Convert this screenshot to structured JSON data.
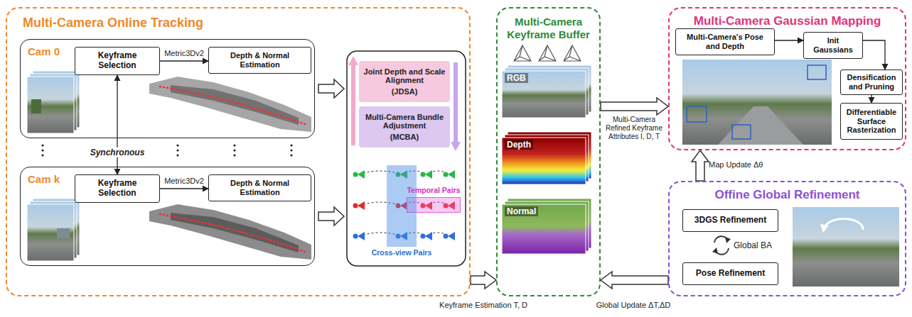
{
  "diagram": {
    "nodes": [
      {
        "text": [
          "Multi-Camera Online Tracking"
        ]
      },
      {
        "text": [
          "Cam 0"
        ],
        "in": 0
      },
      {
        "text": [
          "Keyframe Selection"
        ],
        "in": 1
      },
      {
        "text": [
          "Depth & Normal Estimation"
        ],
        "in": 1
      },
      {
        "text": [
          "Cam k"
        ],
        "in": 0
      },
      {
        "text": [
          "Keyframe Selection"
        ],
        "in": 4
      },
      {
        "text": [
          "Depth & Normal Estimation"
        ],
        "in": 4
      },
      {
        "text": [
          "Joint Depth and Scale Alignment",
          "(JDSA)"
        ],
        "in": 0
      },
      {
        "text": [
          "Multi-Camera Bundle Adjustment",
          "(MCBA)"
        ],
        "in": 0
      },
      {
        "text": [
          "Temporal Pairs"
        ],
        "in": 0
      },
      {
        "text": [
          "Cross-view Pairs"
        ],
        "in": 0
      },
      {
        "text": [
          "Multi-Camera Keyframe Buffer"
        ]
      },
      {
        "text": [
          "Multi-Camera Gaussian Mapping"
        ]
      },
      {
        "text": [
          "Multi-Camera's Pose and Depth"
        ],
        "in": 12
      },
      {
        "text": [
          "Init Gaussians"
        ],
        "in": 12
      },
      {
        "text": [
          "Densification and Pruning"
        ],
        "in": 12
      },
      {
        "text": [
          "Differentiable Surface Rasterization"
        ],
        "in": 12
      },
      {
        "text": [
          "Offine Global Refinement"
        ]
      },
      {
        "text": [
          "3DGS Refinement"
        ],
        "in": 17
      },
      {
        "text": [
          "Pose Refinement"
        ],
        "in": 17
      }
    ],
    "edges": [
      {
        "from": 2,
        "to": 3,
        "arrow": "to",
        "label": "Metric3Dv2"
      },
      {
        "from": 5,
        "to": 6,
        "arrow": "to",
        "label": "Metric3Dv2"
      },
      {
        "from": 2,
        "to": 5,
        "arrow": "both",
        "label": "Synchronous"
      },
      {
        "from": 0,
        "to": 11,
        "arrow": "to",
        "label": "Keyframe Estimation T, D"
      },
      {
        "from": 11,
        "to": 12,
        "arrow": "to",
        "label": "Multi-Camera Refined Keyframe Attributes I, D, T"
      },
      {
        "from": 17,
        "to": 11,
        "arrow": "to",
        "label": "Global Update ΔT,ΔD"
      },
      {
        "from": 17,
        "to": 12,
        "arrow": "to",
        "label": "Map Update Δθ"
      },
      {
        "from": 13,
        "to": 14,
        "arrow": "to"
      },
      {
        "from": 14,
        "to": 15,
        "arrow": "to"
      },
      {
        "from": 15,
        "to": 16,
        "arrow": "to"
      }
    ],
    "labels": [
      "RGB",
      "Depth",
      "Normal",
      "Global BA"
    ]
  }
}
